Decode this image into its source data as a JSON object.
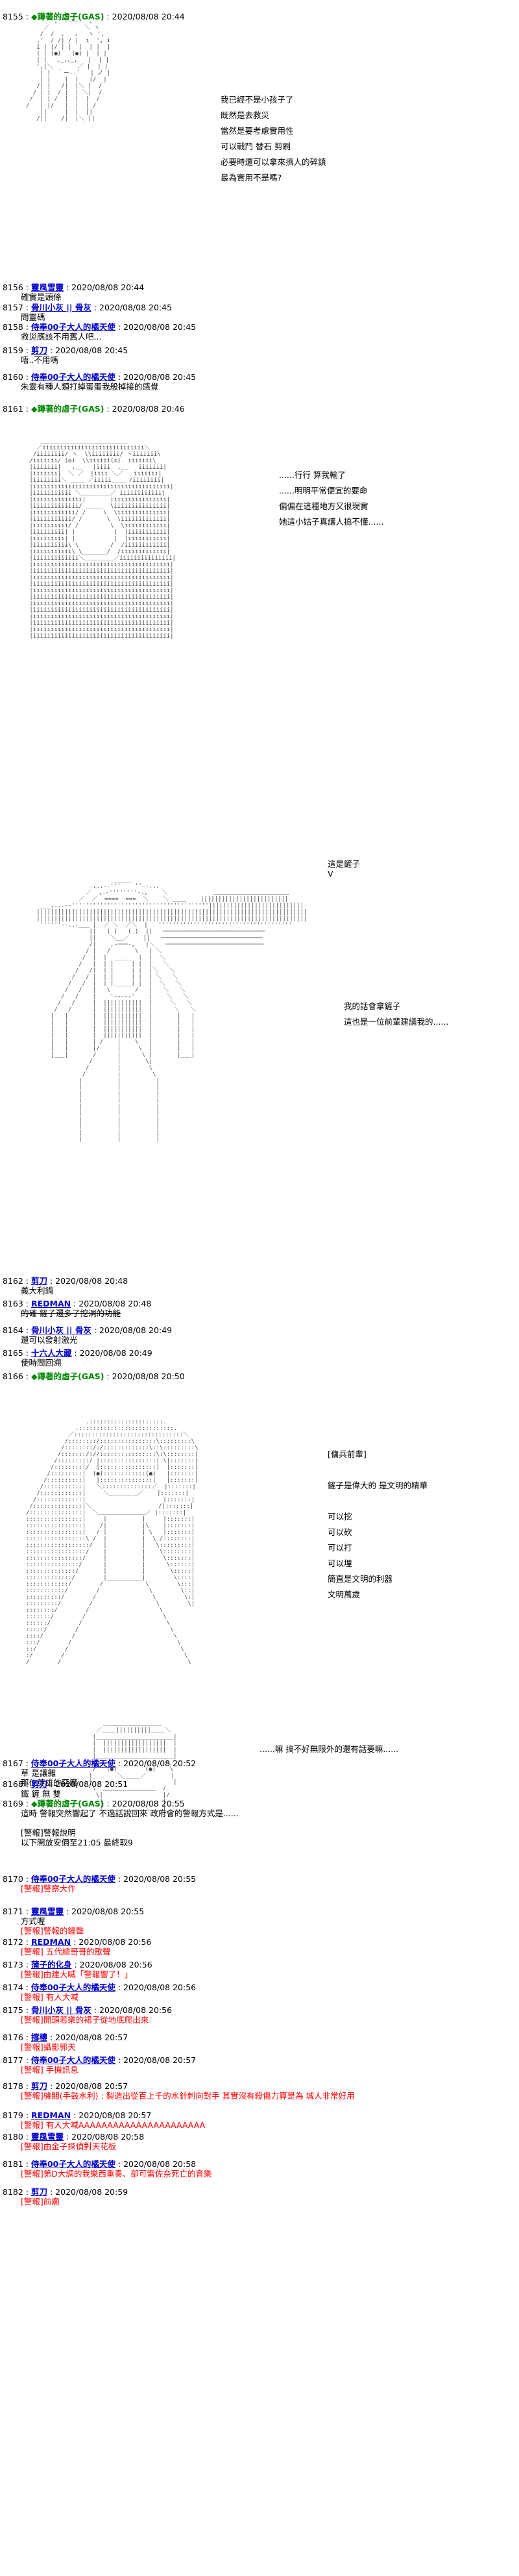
{
  "posts": [
    {
      "num": "8155",
      "name": "◆蹲著的虛子(GAS)",
      "date": "2020/08/08 20:44",
      "green": true,
      "lines": []
    },
    {
      "num": "8156",
      "name": "靈風雪靈",
      "date": "2020/08/08 20:44",
      "lines": [
        "確實是頭條"
      ]
    },
    {
      "num": "8157",
      "name": "骨川小灰 || 骨灰",
      "date": "2020/08/08 20:45",
      "lines": [
        "問靈碼"
      ]
    },
    {
      "num": "8158",
      "name": "侍奉00子大人的橘天使",
      "date": "2020/08/08 20:45",
      "lines": [
        "救災應該不用舊人吧..."
      ]
    },
    {
      "num": "8159",
      "name": "剪刀",
      "date": "2020/08/08 20:45",
      "lines": [
        "唔..不用嗎"
      ]
    },
    {
      "num": "8160",
      "name": "侍奉00子大人的橘天使",
      "date": "2020/08/08 20:45",
      "lines": [
        "朱靈有種人類打掉蛋蛋我般掉接的感覺"
      ]
    },
    {
      "num": "8161",
      "name": "◆蹲著的虛子(GAS)",
      "date": "2020/08/08 20:46",
      "green": true,
      "lines": []
    },
    {
      "num": "8162",
      "name": "剪刀",
      "date": "2020/08/08 20:48",
      "lines": [
        "義大利鍋"
      ]
    },
    {
      "num": "8163",
      "name": "REDMAN",
      "date": "2020/08/08 20:48",
      "lines": [
        "的確 鏟子還多了挖洞的功能"
      ]
    },
    {
      "num": "8164",
      "name": "骨川小灰 || 骨灰",
      "date": "2020/08/08 20:49",
      "lines": [
        "還可以發射激光"
      ]
    },
    {
      "num": "8165",
      "name": "十六人大藏",
      "date": "2020/08/08 20:49",
      "lines": [
        "使時間回溯"
      ]
    },
    {
      "num": "8166",
      "name": "◆蹲著的虛子(GAS)",
      "date": "2020/08/08 20:50",
      "green": true,
      "lines": []
    },
    {
      "num": "8167",
      "name": "侍奉00子大人的橘天使",
      "date": "2020/08/08 20:52",
      "lines": [
        "草 是讓雜",
        "那位英雄的惡魔"
      ]
    },
    {
      "num": "8168",
      "name": "剪刀",
      "date": "2020/08/08 20:51",
      "lines": [
        "鐵 鏟 無 雙"
      ]
    },
    {
      "num": "8169",
      "name": "◆蹲著的虛子(GAS)",
      "date": "2020/08/08 20:55",
      "green": true,
      "lines": [
        "這時 警報突然響起了 不過話說回來 政府會的警報方式是......",
        "",
        "[警報]警報說明",
        "以下開放安價至21:05 最終取9"
      ]
    },
    {
      "num": "8170",
      "name": "侍奉00子大人的橘天使",
      "date": "2020/08/08 20:55",
      "lines": [
        "[警報]警察大作"
      ],
      "red": true
    },
    {
      "num": "8171",
      "name": "靈風雪靈",
      "date": "2020/08/08 20:55",
      "lines": [
        "方式喔",
        "[警報]警報的鐘聲"
      ],
      "red_from": 1
    },
    {
      "num": "8172",
      "name": "REDMAN",
      "date": "2020/08/08 20:56",
      "lines": [
        "[警報] 五代總哥哥的歌聲"
      ],
      "red": true
    },
    {
      "num": "8173",
      "name": "蒲子的化身",
      "date": "2020/08/08 20:56",
      "lines": [
        "[警報]由建大喊「警報響了！」"
      ],
      "red": true
    },
    {
      "num": "8174",
      "name": "侍奉00子大人的橘天使",
      "date": "2020/08/08 20:56",
      "lines": [
        "[警報] 有人大喊"
      ],
      "red": true
    },
    {
      "num": "8175",
      "name": "骨川小灰 || 骨灰",
      "date": "2020/08/08 20:56",
      "lines": [
        "[警報]開頭若樂的裙子從地底爬出來"
      ],
      "red": true
    },
    {
      "num": "8176",
      "name": "撐樓",
      "date": "2020/08/08 20:57",
      "lines": [
        "[警報]攝影郭天"
      ],
      "red": true
    },
    {
      "num": "8177",
      "name": "侍奉00子大人的橘天使",
      "date": "2020/08/08 20:57",
      "lines": [
        "[警報] 手機訊息"
      ],
      "red": true
    },
    {
      "num": "8178",
      "name": "剪刀",
      "date": "2020/08/08 20:57",
      "lines": [
        "[警報]機關(手鼓水利) : 製造出從百上千的水針刺向對手 其實沒有殺傷力算是為 城人非常好用"
      ],
      "red": true
    },
    {
      "num": "8179",
      "name": "REDMAN",
      "date": "2020/08/08 20:57",
      "lines": [
        "[警報] 有人大喊AAAAAAAAAAAAAAAAAAAAAA"
      ],
      "red": true
    },
    {
      "num": "8180",
      "name": "靈風雪靈",
      "date": "2020/08/08 20:58",
      "lines": [
        "[警報]由金子探偵對天花板"
      ],
      "red": true
    },
    {
      "num": "8181",
      "name": "侍奉00子大人的橘天使",
      "date": "2020/08/08 20:58",
      "lines": [
        "[警報]第D大調的我樂西重奏、部可雷佐奈死亡的音樂"
      ],
      "red": true
    },
    {
      "num": "8182",
      "name": "剪刀",
      "date": "2020/08/08 20:59",
      "lines": [
        "[警報]前廟"
      ],
      "red": true
    }
  ],
  "aa_texts": {
    "a1": [
      "我已經不是小孩子了",
      "既然是去救災",
      "當然是要考慮實用性",
      "可以戰鬥 替石 剪刷",
      "必要時還可以拿來擠人的碎鎮",
      "最為實用不是嗎?"
    ],
    "a2": [
      "......行行 算我輸了",
      "......明明平常便宜的要命",
      "偏偏在這種地方又很現實",
      "她這小姑子真讓人搞不懂......"
    ],
    "a3_top": [
      "這是鏟子",
      "V"
    ],
    "a3": [
      "我的話會拿鏟子",
      "這也是一位前輩建議我的......"
    ],
    "a4": [
      "[傭兵前輩]",
      "",
      "鏟子是偉大的 是文明的精華",
      "",
      "可以挖",
      "可以砍",
      "可以打",
      "可以埋",
      "簡直是文明的利器",
      "文明萬歲"
    ],
    "a5": [
      "......嘛 搞不好無限外的還有話要嘛......"
    ]
  }
}
